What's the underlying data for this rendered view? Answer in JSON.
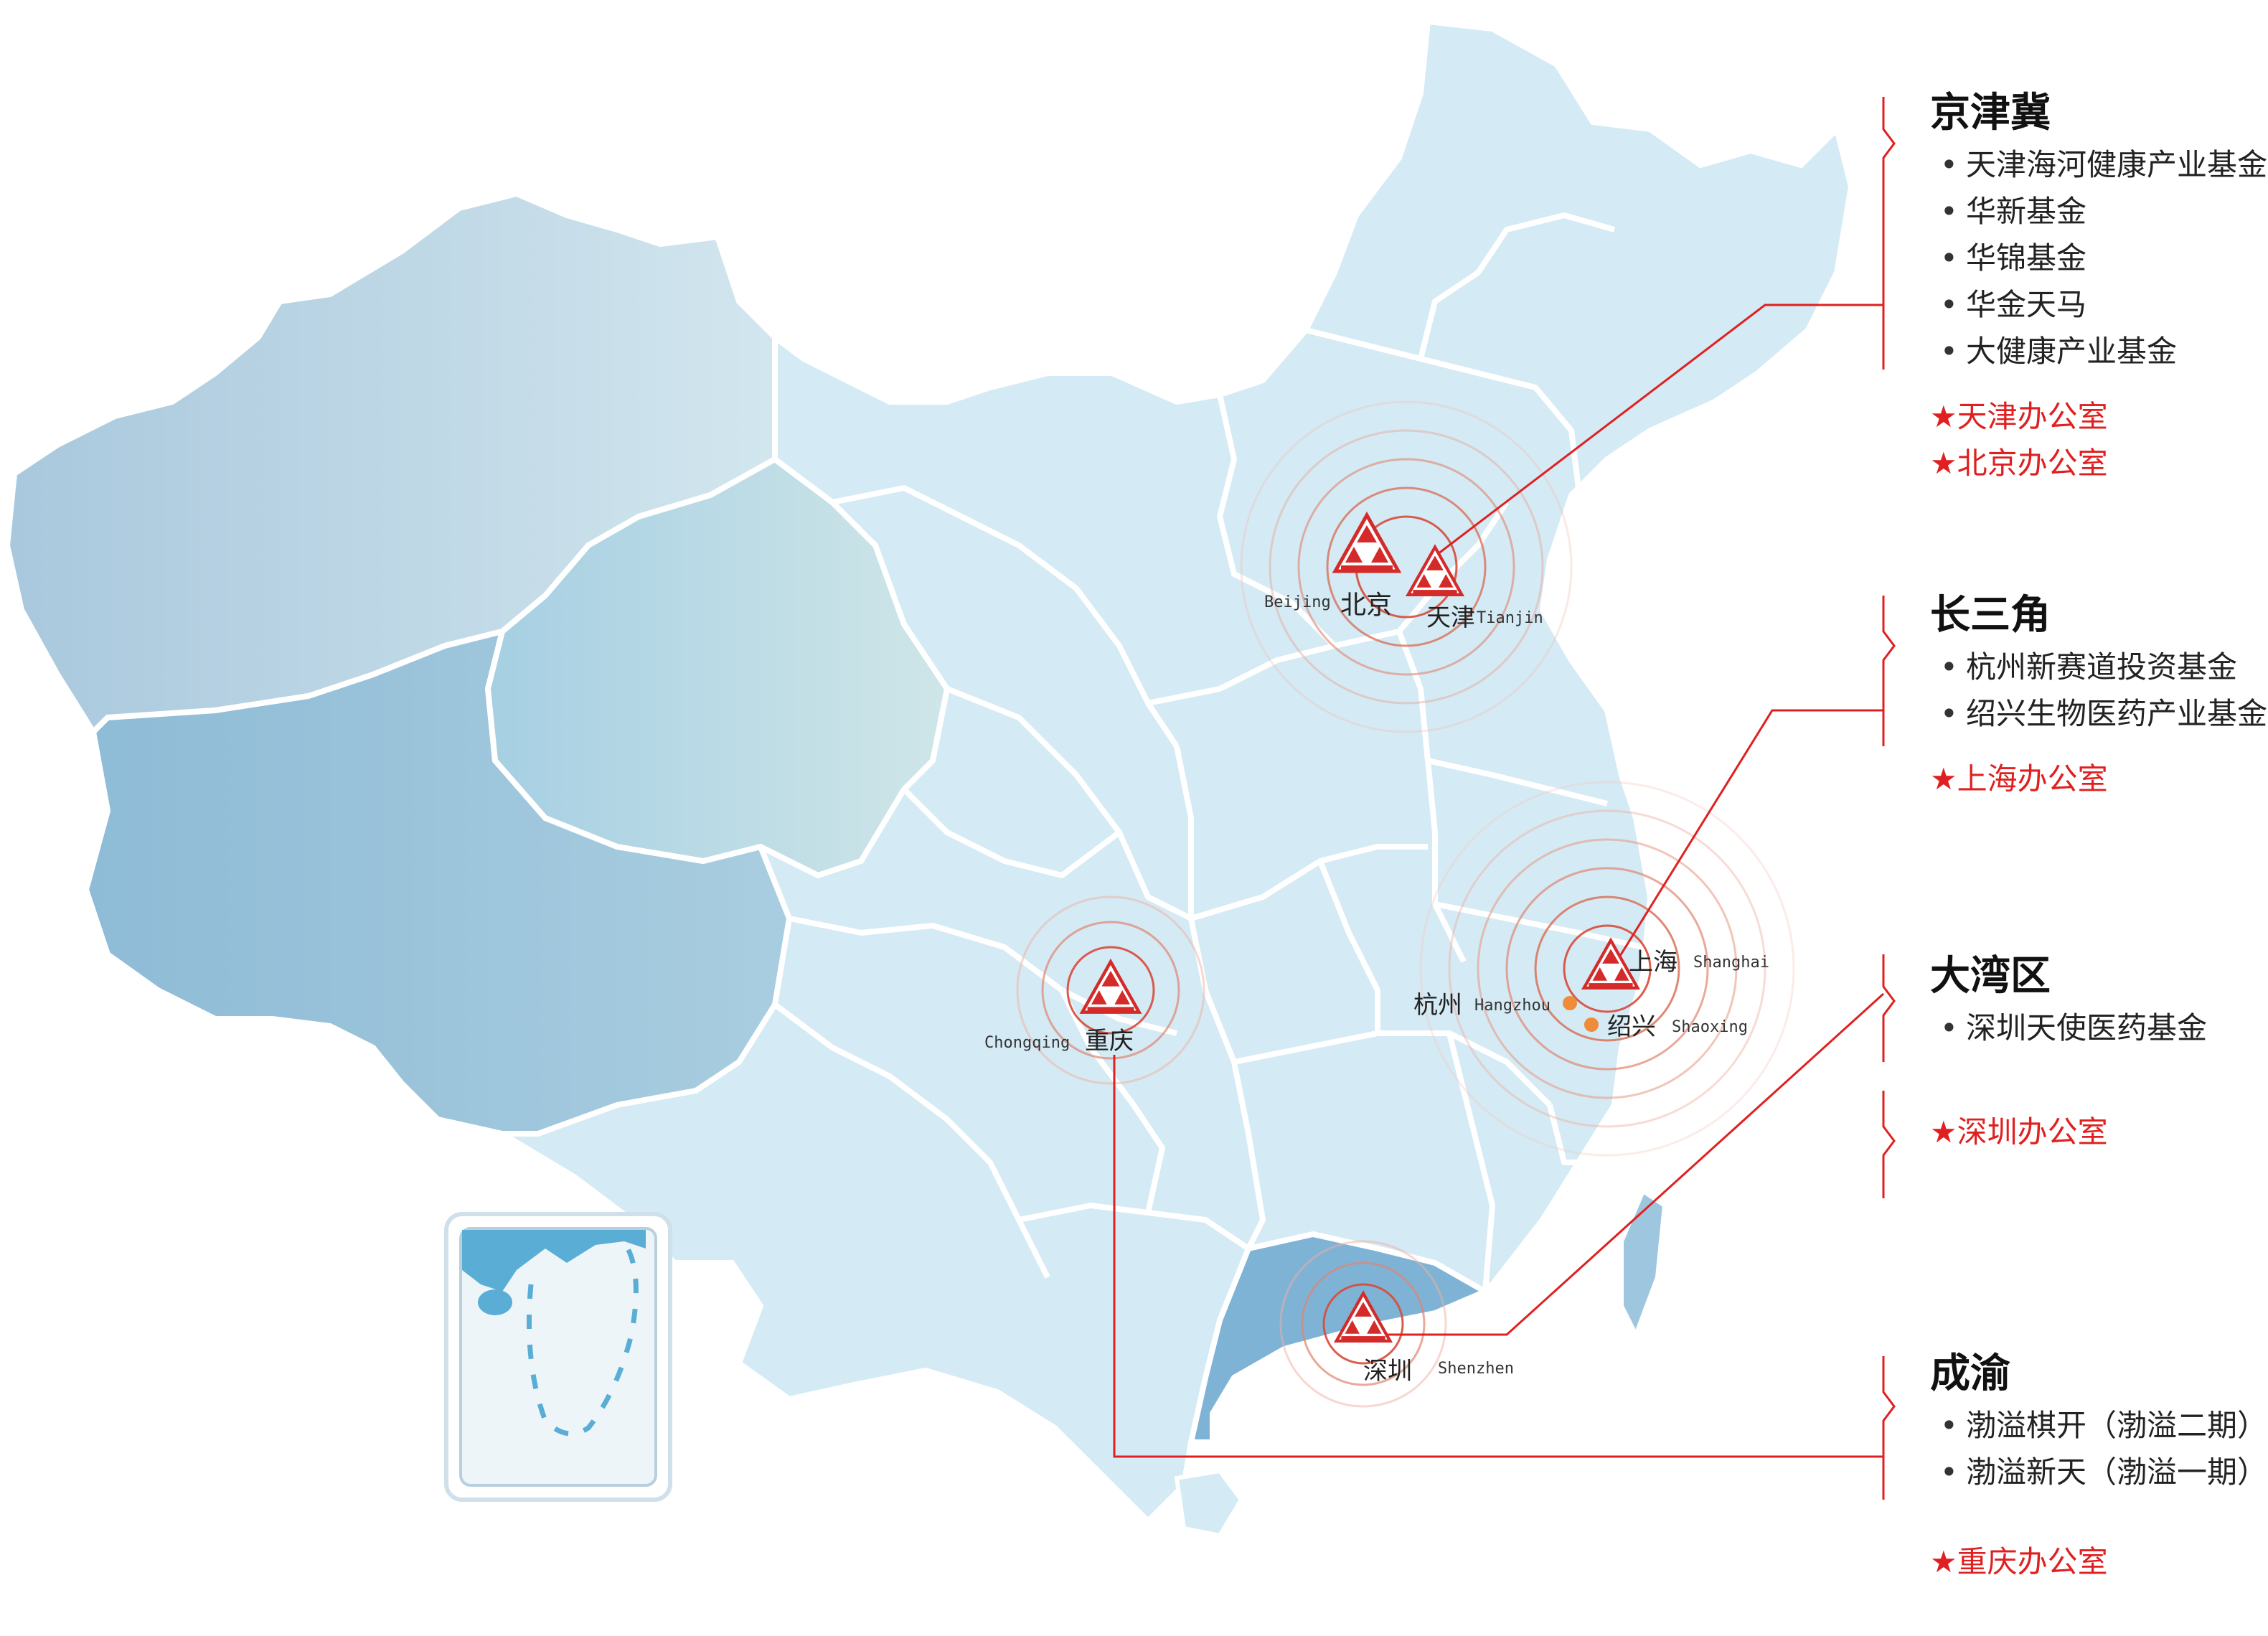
{
  "colors": {
    "accent_red": "#e02020",
    "land_light": "#d4eaf4",
    "land_west_dark": "#8fbad8",
    "land_west_mid": "#aacfe2",
    "guangdong": "#7fb3d6",
    "border": "#ffffff"
  },
  "regions": [
    {
      "name": "京津冀",
      "funds": [
        "天津海河健康产业基金",
        "华新基金",
        "华锦基金",
        "华金天马",
        "大健康产业基金"
      ],
      "offices": [
        "天津办公室",
        "北京办公室"
      ]
    },
    {
      "name": "长三角",
      "funds": [
        "杭州新赛道投资基金",
        "绍兴生物医药产业基金"
      ],
      "offices": [
        "上海办公室"
      ]
    },
    {
      "name": "大湾区",
      "funds": [
        "深圳天使医药基金"
      ],
      "offices": [
        "深圳办公室"
      ]
    },
    {
      "name": "成渝",
      "funds": [
        "渤溢棋开（渤溢二期）",
        "渤溢新天（渤溢一期）"
      ],
      "offices": [
        "重庆办公室"
      ]
    }
  ],
  "cities": {
    "beijing": {
      "zh": "北京",
      "en": "Beijing"
    },
    "tianjin": {
      "zh": "天津",
      "en": "Tianjin"
    },
    "shanghai": {
      "zh": "上海",
      "en": "Shanghai"
    },
    "hangzhou": {
      "zh": "杭州",
      "en": "Hangzhou"
    },
    "shaoxing": {
      "zh": "绍兴",
      "en": "Shaoxing"
    },
    "chongqing": {
      "zh": "重庆",
      "en": "Chongqing"
    },
    "shenzhen": {
      "zh": "深圳",
      "en": "Shenzhen"
    }
  },
  "icons": {
    "bullet": "•",
    "star": "★",
    "pin": "red-triangle-logo-icon"
  }
}
